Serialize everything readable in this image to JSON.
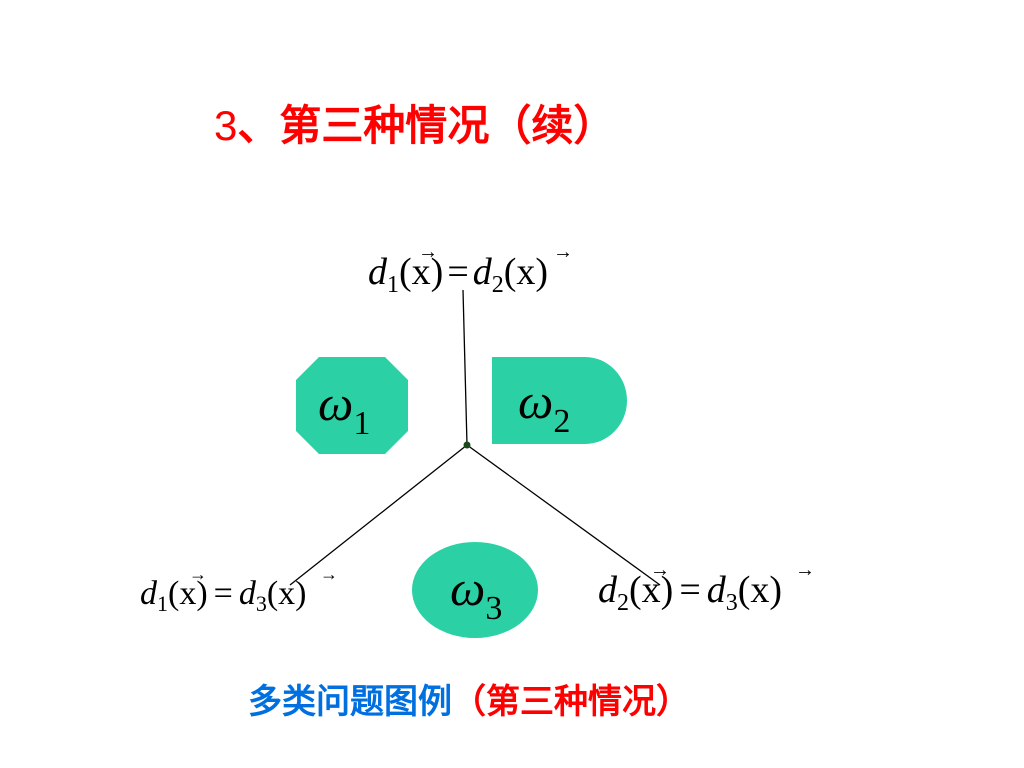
{
  "title": {
    "number": "3",
    "separator": "、",
    "text": "第三种情况（续）"
  },
  "boundaries": {
    "d12": {
      "left": "d",
      "left_sub": "1",
      "arg": "(x)",
      "eq": "=",
      "right": "d",
      "right_sub": "2",
      "arg2": "(x)"
    },
    "d13": {
      "left": "d",
      "left_sub": "1",
      "arg": "(x)",
      "eq": "=",
      "right": "d",
      "right_sub": "3",
      "arg2": "(x)"
    },
    "d23": {
      "left": "d",
      "left_sub": "2",
      "arg": "(x)",
      "eq": "=",
      "right": "d",
      "right_sub": "3",
      "arg2": "(x)"
    }
  },
  "classes": [
    {
      "symbol": "ω",
      "sub": "1",
      "shape": "octagon"
    },
    {
      "symbol": "ω",
      "sub": "2",
      "shape": "half-rounded"
    },
    {
      "symbol": "ω",
      "sub": "3",
      "shape": "ellipse"
    }
  ],
  "caption": {
    "blue_text": "多类问题图例",
    "red_text": "（第三种情况）"
  },
  "colors": {
    "title": "#ff0000",
    "region_fill": "#2bd1a5",
    "line": "#000000",
    "caption_blue": "#0070e0",
    "caption_red": "#ff0000"
  }
}
